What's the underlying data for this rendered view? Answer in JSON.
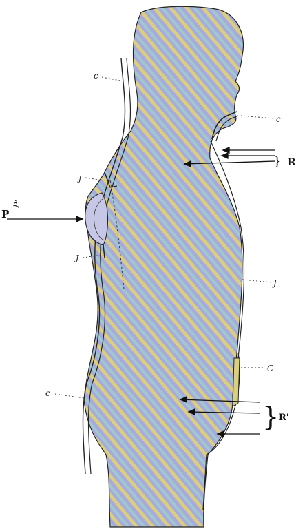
{
  "labels": {
    "c_neck_back": "c",
    "c_neck_front": "c",
    "r_upper_brace": "}",
    "r_upper": "R",
    "p_main": "P",
    "p_small": "P'",
    "j_upper_back": "J",
    "j_lower_back": "J",
    "j_front": "J",
    "c_lower_front": "C",
    "c_lower_back": "c",
    "r_lower_brace": "}",
    "r_lower": "R'"
  },
  "colors": {
    "body_fill_a": "#a8a9dc",
    "body_fill_b": "#d9cf7e",
    "body_fill_c": "#9ec9cf",
    "ink": "#111111"
  }
}
